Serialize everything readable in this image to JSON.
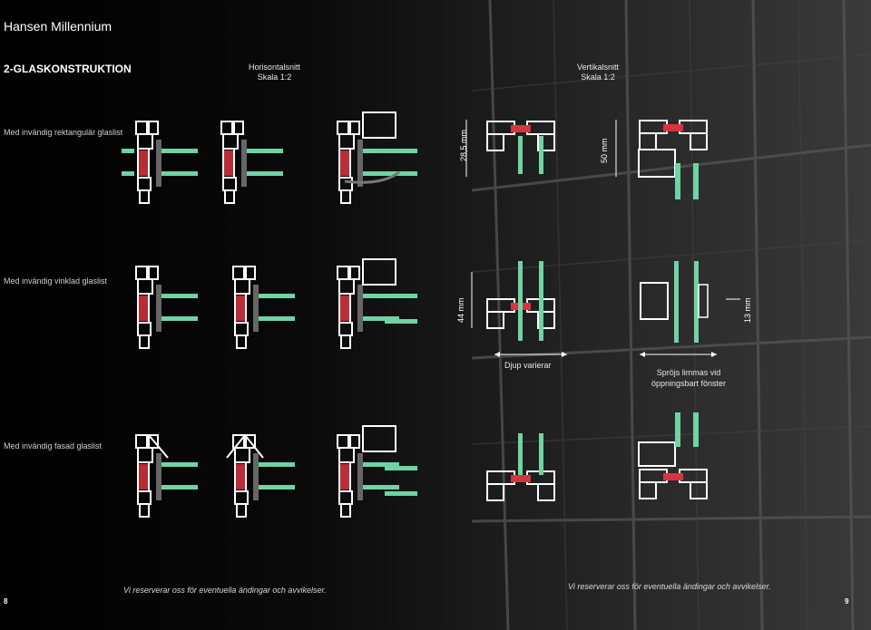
{
  "brand": "Hansen Millennium",
  "title": "2-GLASKONSTRUKTION",
  "sections": {
    "horizontal": {
      "title": "Horisontalsnitt",
      "scale": "Skala 1:2"
    },
    "vertical": {
      "title": "Vertikalsnitt",
      "scale": "Skala 1:2"
    }
  },
  "rows": [
    {
      "label": "Med invändig rektangulär glaslist"
    },
    {
      "label": "Med invändig vinklad glaslist"
    },
    {
      "label": "Med invändig fasad glaslist"
    }
  ],
  "dimensions": {
    "d1": "28,5 mm",
    "d2": "50 mm",
    "d3": "44 mm",
    "d4": "13 mm"
  },
  "notes": {
    "depth": "Djup varierar",
    "mullion_line1": "Spröjs limmas vid",
    "mullion_line2": "öppningsbart fönster"
  },
  "footer": {
    "left": "Vi reserverar oss för eventuella ändingar och avvikelser.",
    "right": "Vi reserverar oss för eventuella ändingar och avvikelser."
  },
  "page_numbers": {
    "left": "8",
    "right": "9"
  },
  "colors": {
    "glass": "#6fd3a5",
    "gasket": "#d8343f",
    "profile": "#ffffff",
    "background": "#000000"
  }
}
